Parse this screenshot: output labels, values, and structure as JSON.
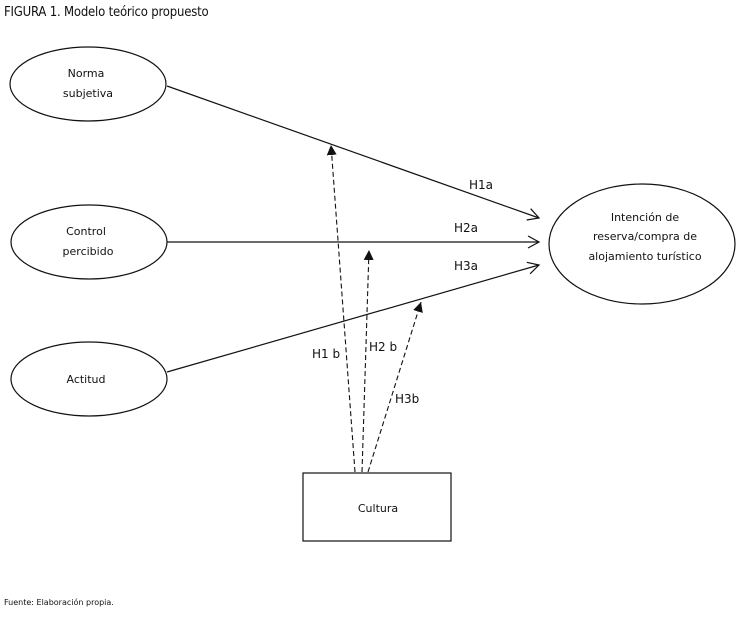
{
  "figure": {
    "title": "FIGURA 1. Modelo teórico propuesto",
    "source": "Fuente: Elaboración propia."
  },
  "nodes": {
    "norma": {
      "lines": [
        "Norma",
        "subjetiva"
      ]
    },
    "control": {
      "lines": [
        "Control",
        "percibido"
      ]
    },
    "actitud": {
      "lines": [
        "Actitud"
      ]
    },
    "intencion": {
      "lines": [
        "Intención de",
        "reserva/compra de",
        "alojamiento turístico"
      ]
    },
    "cultura": {
      "lines": [
        "Cultura"
      ]
    }
  },
  "edges": {
    "h1a": {
      "label": "H1a",
      "from": "Norma subjetiva",
      "to": "Intención de reserva/compra de alojamiento turístico",
      "style": "solid"
    },
    "h2a": {
      "label": "H2a",
      "from": "Control percibido",
      "to": "Intención de reserva/compra de alojamiento turístico",
      "style": "solid"
    },
    "h3a": {
      "label": "H3a",
      "from": "Actitud",
      "to": "Intención de reserva/compra de alojamiento turístico",
      "style": "solid"
    },
    "h1b": {
      "label": "H1 b",
      "from": "Cultura",
      "to": "H1a",
      "style": "dashed"
    },
    "h2b": {
      "label": "H2 b",
      "from": "Cultura",
      "to": "H2a",
      "style": "dashed"
    },
    "h3b": {
      "label": "H3b",
      "from": "Cultura",
      "to": "H3a",
      "style": "dashed"
    }
  }
}
